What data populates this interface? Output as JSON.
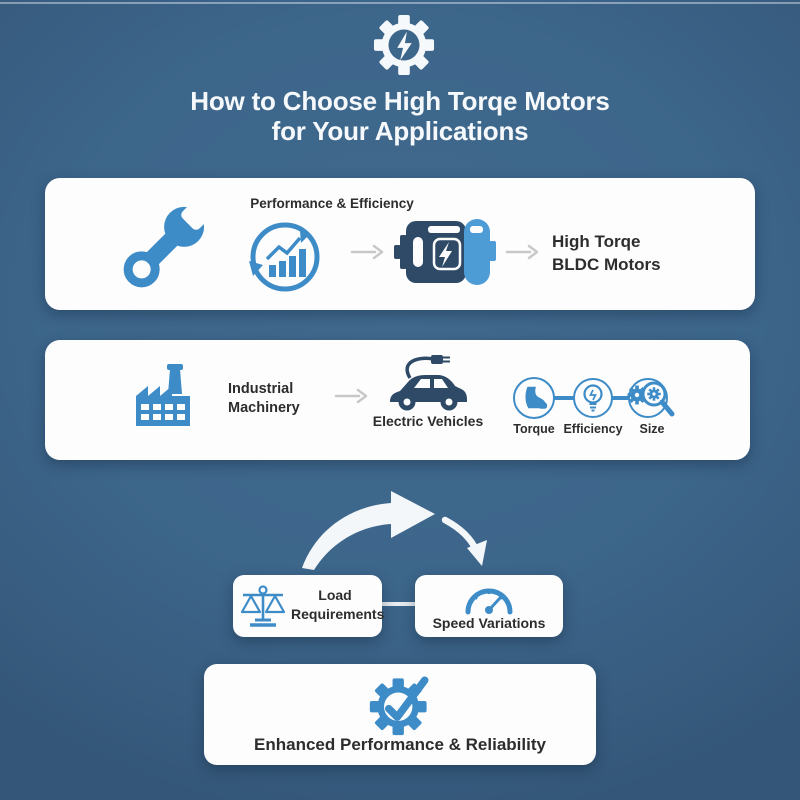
{
  "header": {
    "icon": "gear-lightning-icon",
    "title_line1": "How to Choose High Torqe Motors",
    "title_line2": "for Your Applications"
  },
  "flow_card": {
    "wrench_icon": "wrench-icon",
    "label": "Performance & Efficiency",
    "chart_icon": "growth-chart-circle-icon",
    "motor_icon": "bldc-motor-icon",
    "result_line1": "High Torqe",
    "result_line2": "BLDC Motors"
  },
  "applications_card": {
    "factory_icon": "factory-icon",
    "source_line1": "Industrial",
    "source_line2": "Machinery",
    "vehicle_icon": "electric-car-icon",
    "vehicle_label": "Electric Vehicles",
    "factors": [
      {
        "icon": "bicep-icon",
        "label": "Torque"
      },
      {
        "icon": "lightbulb-icon",
        "label": "Efficiency"
      },
      {
        "icon": "gears-magnifier-icon",
        "label": "Size"
      }
    ]
  },
  "load_card": {
    "icon": "balance-scale-icon",
    "line1": "Load",
    "line2": "Requirements"
  },
  "speed_card": {
    "icon": "speedometer-icon",
    "label": "Speed Variations"
  },
  "result_card": {
    "icon": "gear-check-icon",
    "label": "Enhanced Performance & Reliability"
  },
  "colors": {
    "background": "#3d668b",
    "accent_blue": "#3e8cc7",
    "light_blue": "#4d9cd6",
    "dark_navy": "#2e4a66",
    "card_white": "#fdfdfe",
    "arrow_gray": "#c8c8c8",
    "text_dark": "#2d2d2d"
  }
}
